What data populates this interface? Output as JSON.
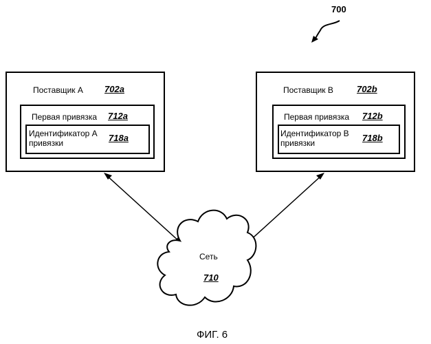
{
  "figure_ref": "700",
  "figure_caption": "ФИГ. 6",
  "provider_a": {
    "label": "Поставщик A",
    "ref": "702a",
    "binding": {
      "label": "Первая привязка",
      "ref": "712a"
    },
    "identifier": {
      "line1": "Идентификатор A",
      "line2": "привязки",
      "ref": "718a"
    }
  },
  "provider_b": {
    "label": "Поставщик B",
    "ref": "702b",
    "binding": {
      "label": "Первая привязка",
      "ref": "712b"
    },
    "identifier": {
      "line1": "Идентификатор B",
      "line2": "привязки",
      "ref": "718b"
    }
  },
  "network": {
    "label": "Сеть",
    "ref": "710"
  }
}
